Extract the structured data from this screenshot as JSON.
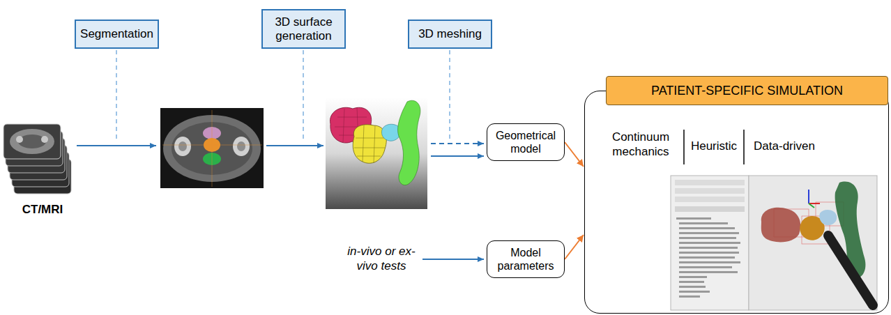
{
  "diagram": {
    "nodes": [
      {
        "text": [
          "Segmentation"
        ]
      },
      {
        "text": [
          "3D surface generation"
        ]
      },
      {
        "text": [
          "3D meshing"
        ]
      },
      {
        "text": [
          "Geometrical model"
        ]
      },
      {
        "text": [
          "Model parameters"
        ]
      },
      {
        "text": [
          "Continuum mechanics",
          "Heuristic",
          "Data-driven"
        ]
      },
      {
        "text": [
          "PATIENT-SPECIFIC SIMULATION"
        ],
        "in": 5
      }
    ],
    "edges": [
      {
        "from": 3,
        "to": 5,
        "arrow": "to"
      },
      {
        "from": 4,
        "to": 5,
        "arrow": "to"
      }
    ],
    "labels": [
      "CT/MRI",
      "in-vivo or ex-vivo tests"
    ]
  }
}
